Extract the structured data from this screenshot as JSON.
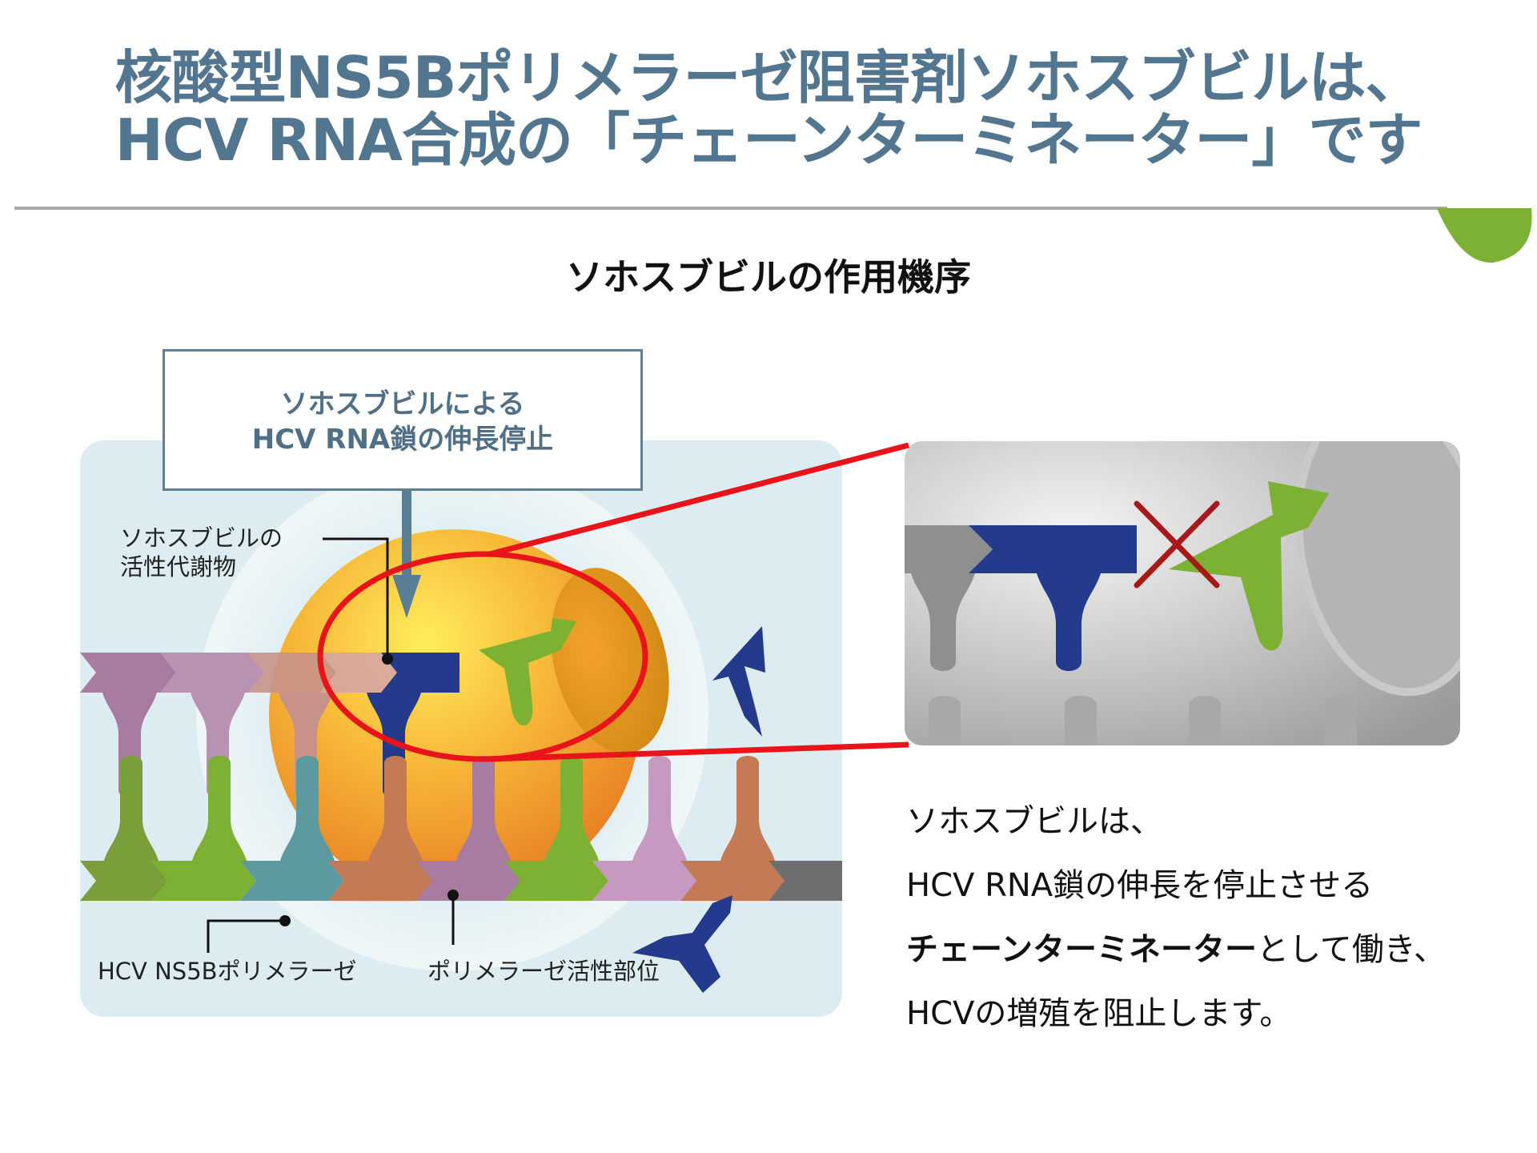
{
  "header": {
    "title_line1": "核酸型NS5Bポリメラーゼ阻害剤ソホスブビルは、",
    "title_line2": "HCV RNA合成の「チェーンターミネーター」です"
  },
  "section_title": "ソホスブビルの作用機序",
  "callout": {
    "line1": "ソホスブビルによる",
    "line2": "HCV RNA鎖の伸長停止"
  },
  "labels": {
    "metabolite_line1": "ソホスブビルの",
    "metabolite_line2": "活性代謝物",
    "polymerase": "HCV NS5Bポリメラーゼ",
    "active_site": "ポリメラーゼ活性部位"
  },
  "description": {
    "line1": "ソホスブビルは、",
    "line2": "HCV RNA鎖の伸長を停止させる",
    "line3_bold": "チェーンターミネーター",
    "line3_rest": "として働き、",
    "line4": "HCVの増殖を阻止します。"
  },
  "colors": {
    "title": "#527690",
    "accent_green": "#7cb133",
    "highlight_red": "#e8141a",
    "callout_text": "#4f6f86",
    "drug_blue": "#243a8c",
    "panel_bg": "#dcecf0"
  }
}
